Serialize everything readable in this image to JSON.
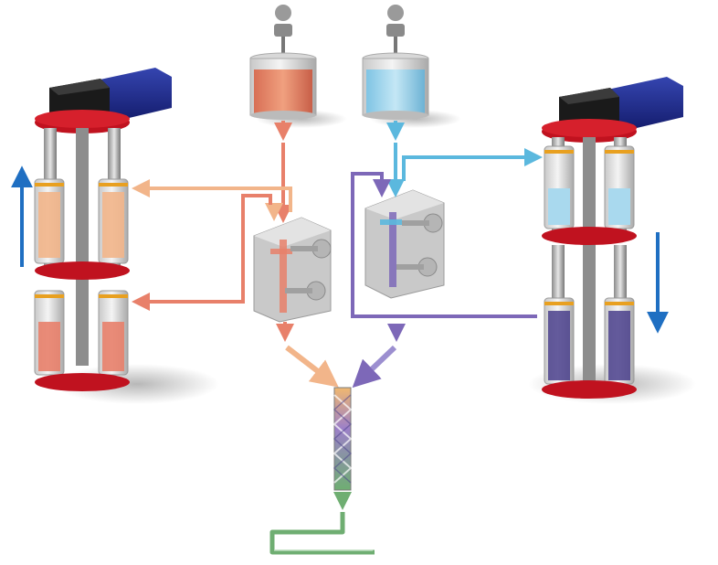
{
  "colors": {
    "background": "#ffffff",
    "component_a": "#e8806a",
    "component_a_light": "#f2b58a",
    "component_b": "#5bb8de",
    "component_b_light": "#a9d9ee",
    "mixed_b": "#7d68b8",
    "mixed_b_dark": "#4a3f8c",
    "mixer_output": "#6fae72",
    "motor_housing": "#1f2a8a",
    "motor_head": "#1a1a1a",
    "plate_red": "#c0121f",
    "direction_arrow": "#1f6fc2",
    "manifold_gray": "#bdbdbd"
  },
  "components": {
    "left_pump": "metering-pump-left",
    "right_pump": "metering-pump-right",
    "tank_a": "reservoir-a",
    "tank_b": "reservoir-b",
    "valve_a": "valve-block-a",
    "valve_b": "valve-block-b",
    "mixer": "static-mixer",
    "nozzle": "dispense-nozzle"
  },
  "directions": {
    "left_pump_stroke": "up",
    "right_pump_stroke": "down"
  }
}
